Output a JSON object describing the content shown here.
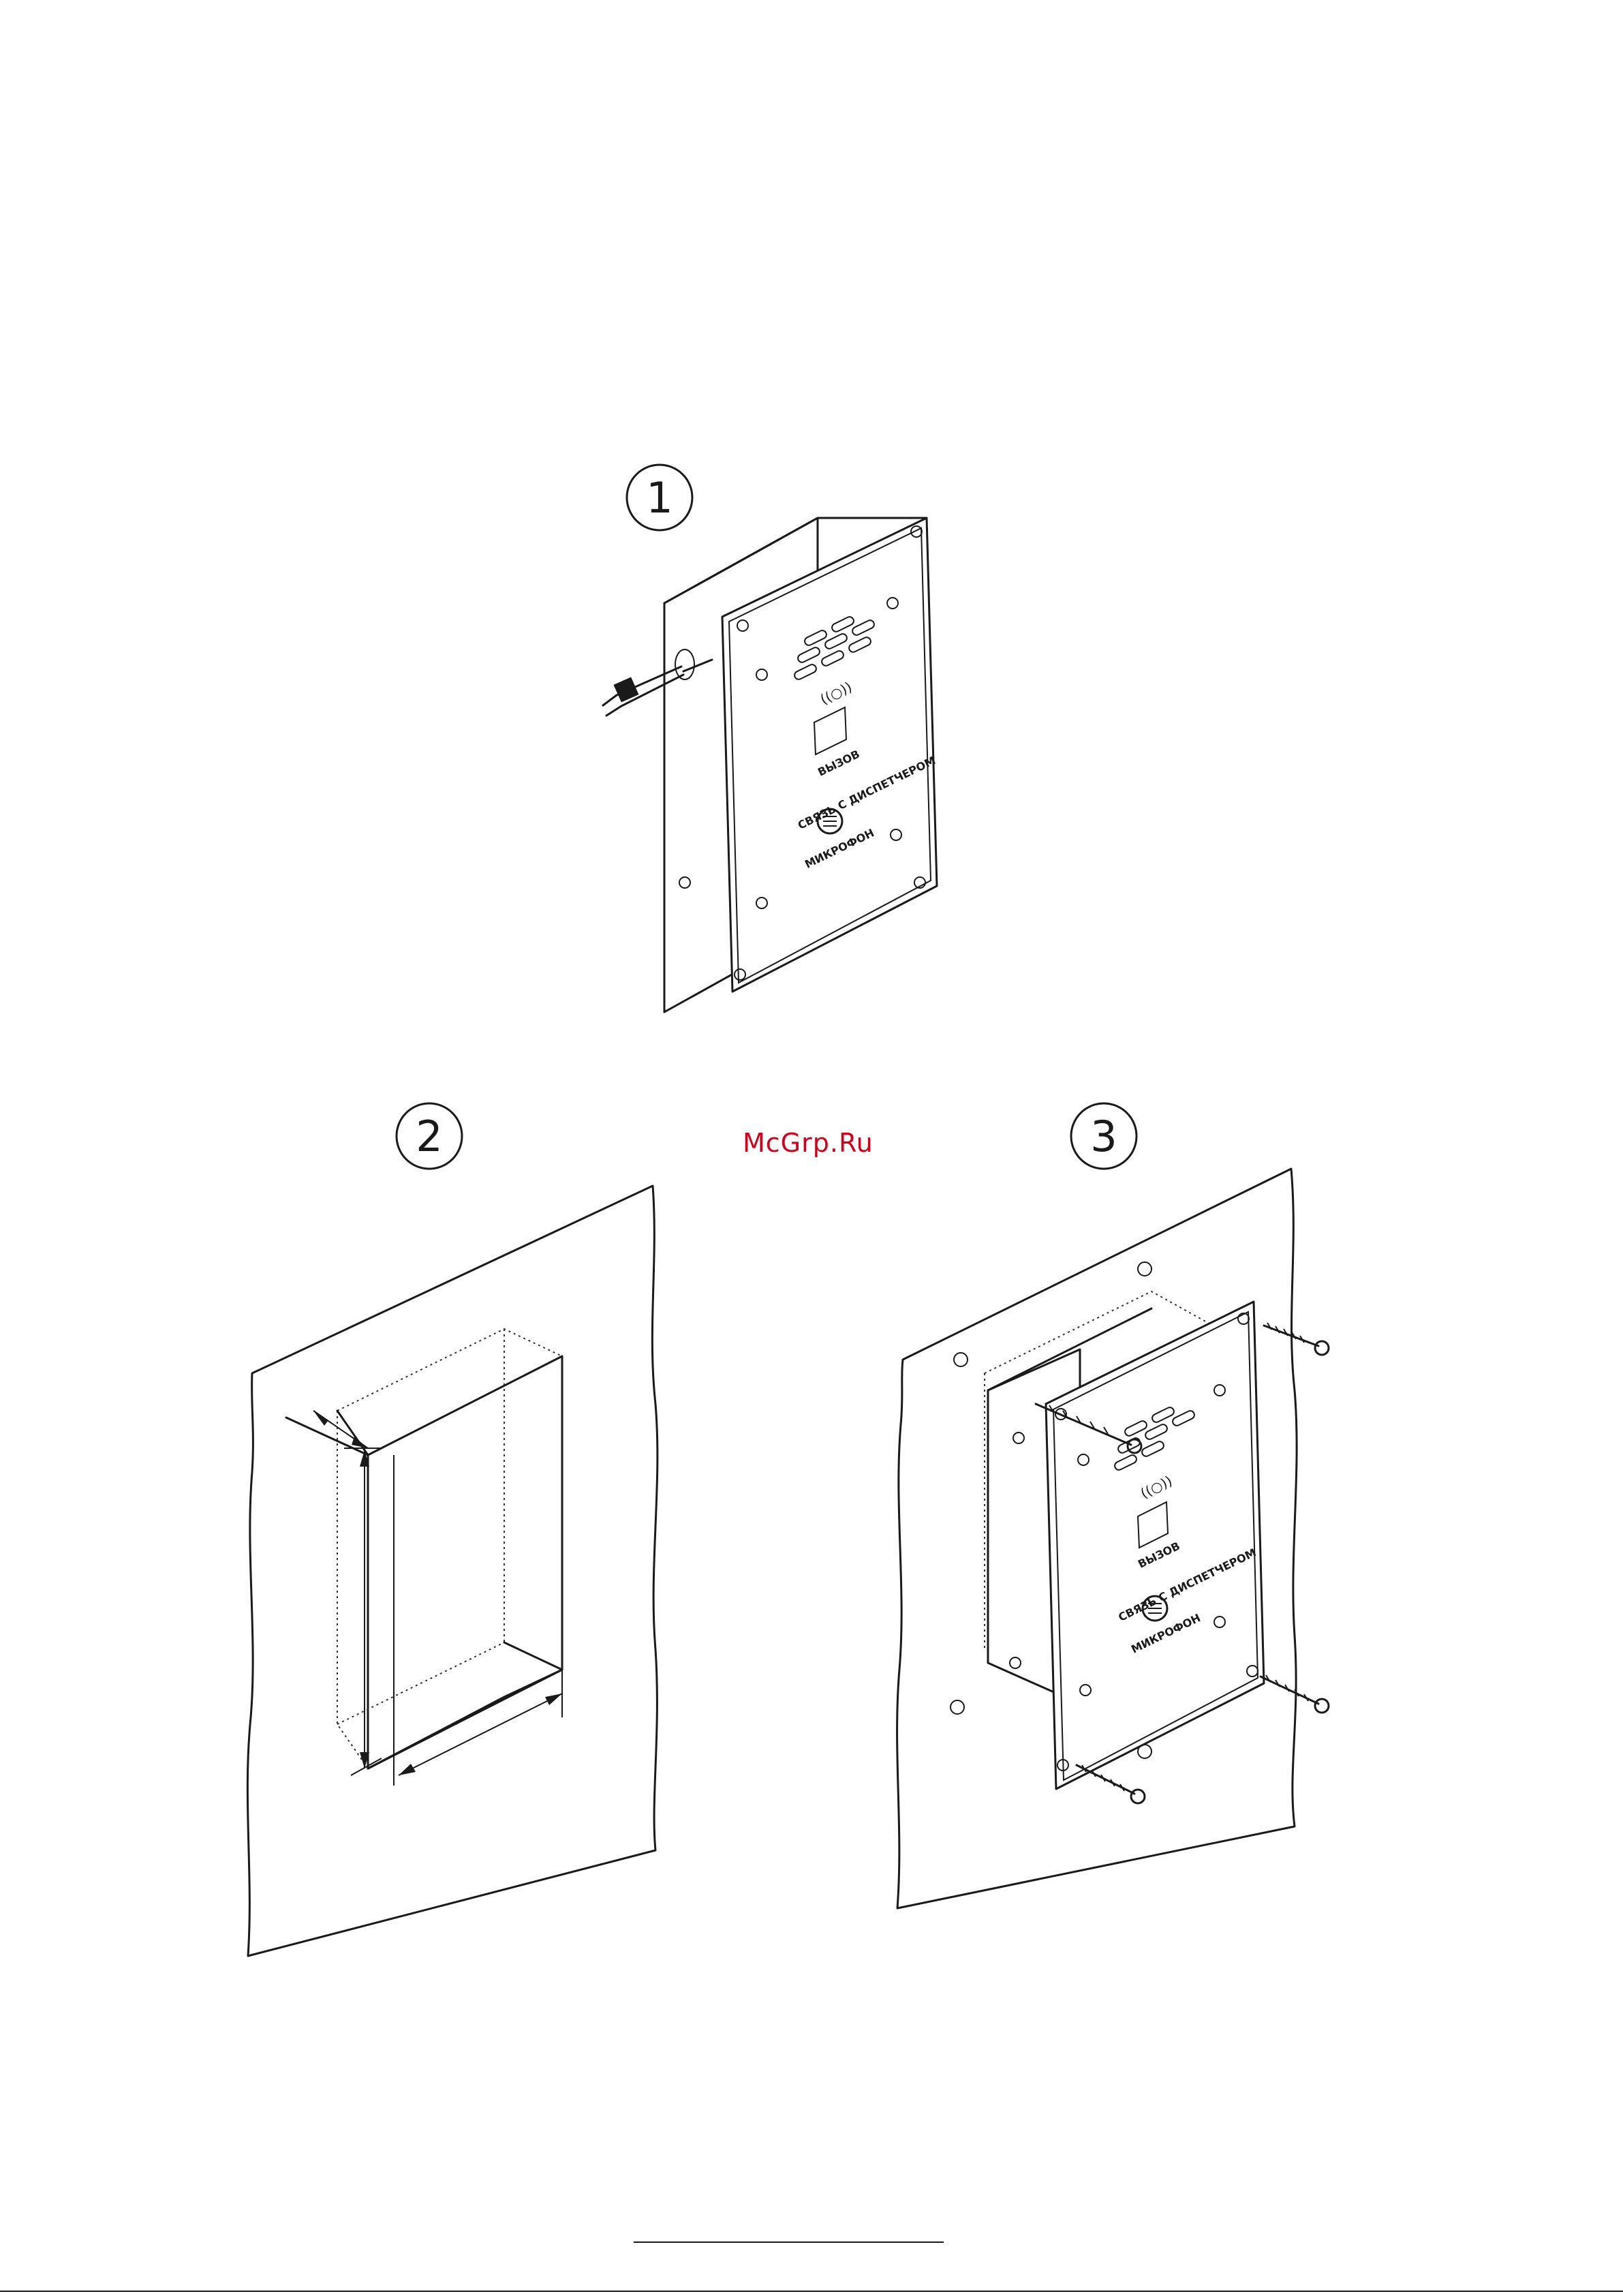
{
  "page": {
    "background": "#ffffff",
    "line_color": "#1a1a1a"
  },
  "steps": [
    {
      "number": "1",
      "panel_labels": {
        "call": "ВЫЗОВ",
        "dispatcher": "СВЯЗЬ С ДИСПЕТЧЕРОМ",
        "microphone": "МИКРОФОН"
      }
    },
    {
      "number": "2"
    },
    {
      "number": "3",
      "panel_labels": {
        "call": "ВЫЗОВ",
        "dispatcher": "СВЯЗЬ С ДИСПЕТЧЕРОМ",
        "microphone": "МИКРОФОН"
      }
    }
  ],
  "watermark": {
    "text": "McGrp.Ru",
    "color": "#d0021b"
  }
}
